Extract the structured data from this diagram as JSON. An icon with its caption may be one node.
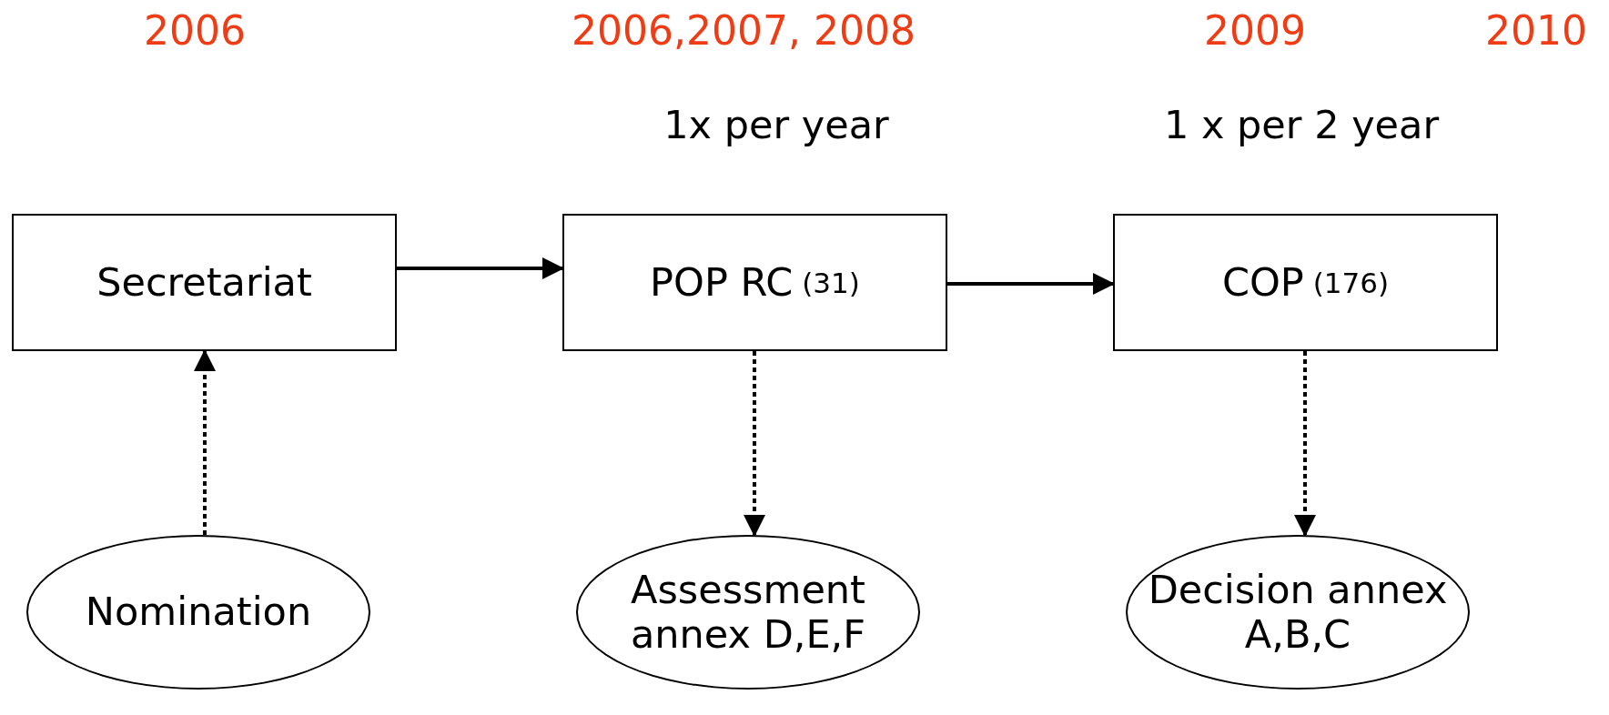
{
  "diagram": {
    "nodes": [
      {
        "text": [
          "Secretariat"
        ]
      },
      {
        "text": [
          "POP RC",
          "(31)"
        ]
      },
      {
        "text": [
          "COP",
          "(176)"
        ]
      },
      {
        "text": [
          "Nomination"
        ]
      },
      {
        "text": [
          "Assessment annex D,E,F"
        ]
      },
      {
        "text": [
          "Decision annex A,B,C"
        ]
      }
    ],
    "edges": [
      {
        "from": 0,
        "to": 1,
        "arrow": "to"
      },
      {
        "from": 1,
        "to": 2,
        "arrow": "to"
      },
      {
        "from": 3,
        "to": 0,
        "arrow": "to",
        "style": "dashed"
      },
      {
        "from": 1,
        "to": 4,
        "arrow": "to",
        "style": "dashed"
      },
      {
        "from": 2,
        "to": 5,
        "arrow": "to",
        "style": "dashed"
      }
    ],
    "labels": [
      "2006",
      "2006,2007, 2008",
      "2009",
      "2010",
      "1x per year",
      "1 x per 2 year"
    ]
  }
}
